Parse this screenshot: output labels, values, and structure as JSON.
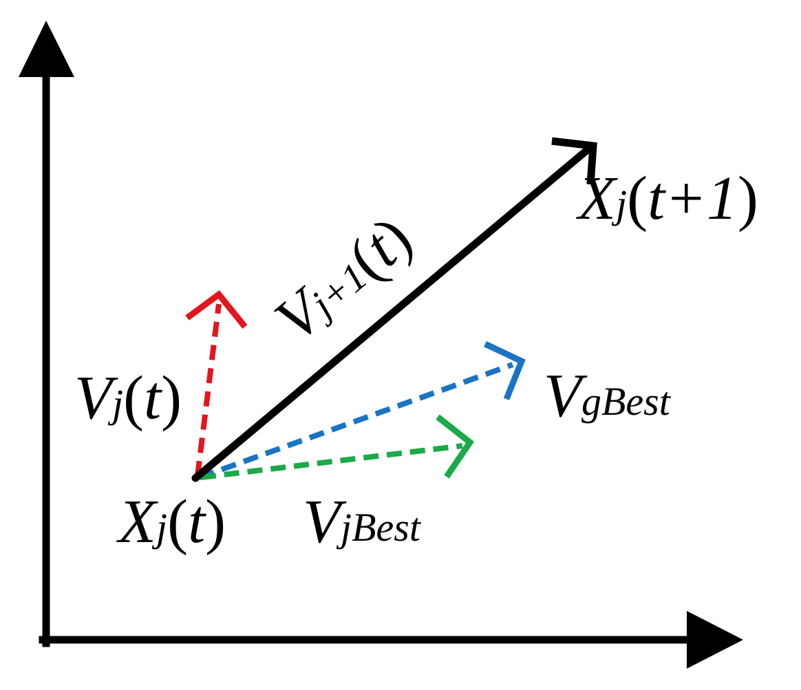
{
  "colors": {
    "axes": "#000000",
    "resultant": "#000000",
    "velocity": "#e3161d",
    "global_best": "#1a74c4",
    "personal_best": "#1aaa48",
    "text": "#000000"
  },
  "labels": {
    "x_next": {
      "base": "X",
      "sub": "j",
      "paren_open": "(",
      "arg": "t+1",
      "paren_close": ")"
    },
    "v_next": {
      "base": "V",
      "sub": "j+1",
      "paren_open": "(",
      "arg": "t",
      "paren_close": ")"
    },
    "v_current": {
      "base": "V",
      "sub": "j",
      "paren_open": "(",
      "arg": "t",
      "paren_close": ")"
    },
    "v_gbest": {
      "base": "V",
      "sub": "gBest"
    },
    "x_current": {
      "base": "X",
      "sub": "j",
      "paren_open": "(",
      "arg": "t",
      "paren_close": ")"
    },
    "v_jbest": {
      "base": "V",
      "sub": "jBest"
    }
  },
  "icons": {
    "x_axis_arrow": "arrowhead-right",
    "y_axis_arrow": "arrowhead-up",
    "vector_arrow": "open-chevron-arrowhead"
  }
}
